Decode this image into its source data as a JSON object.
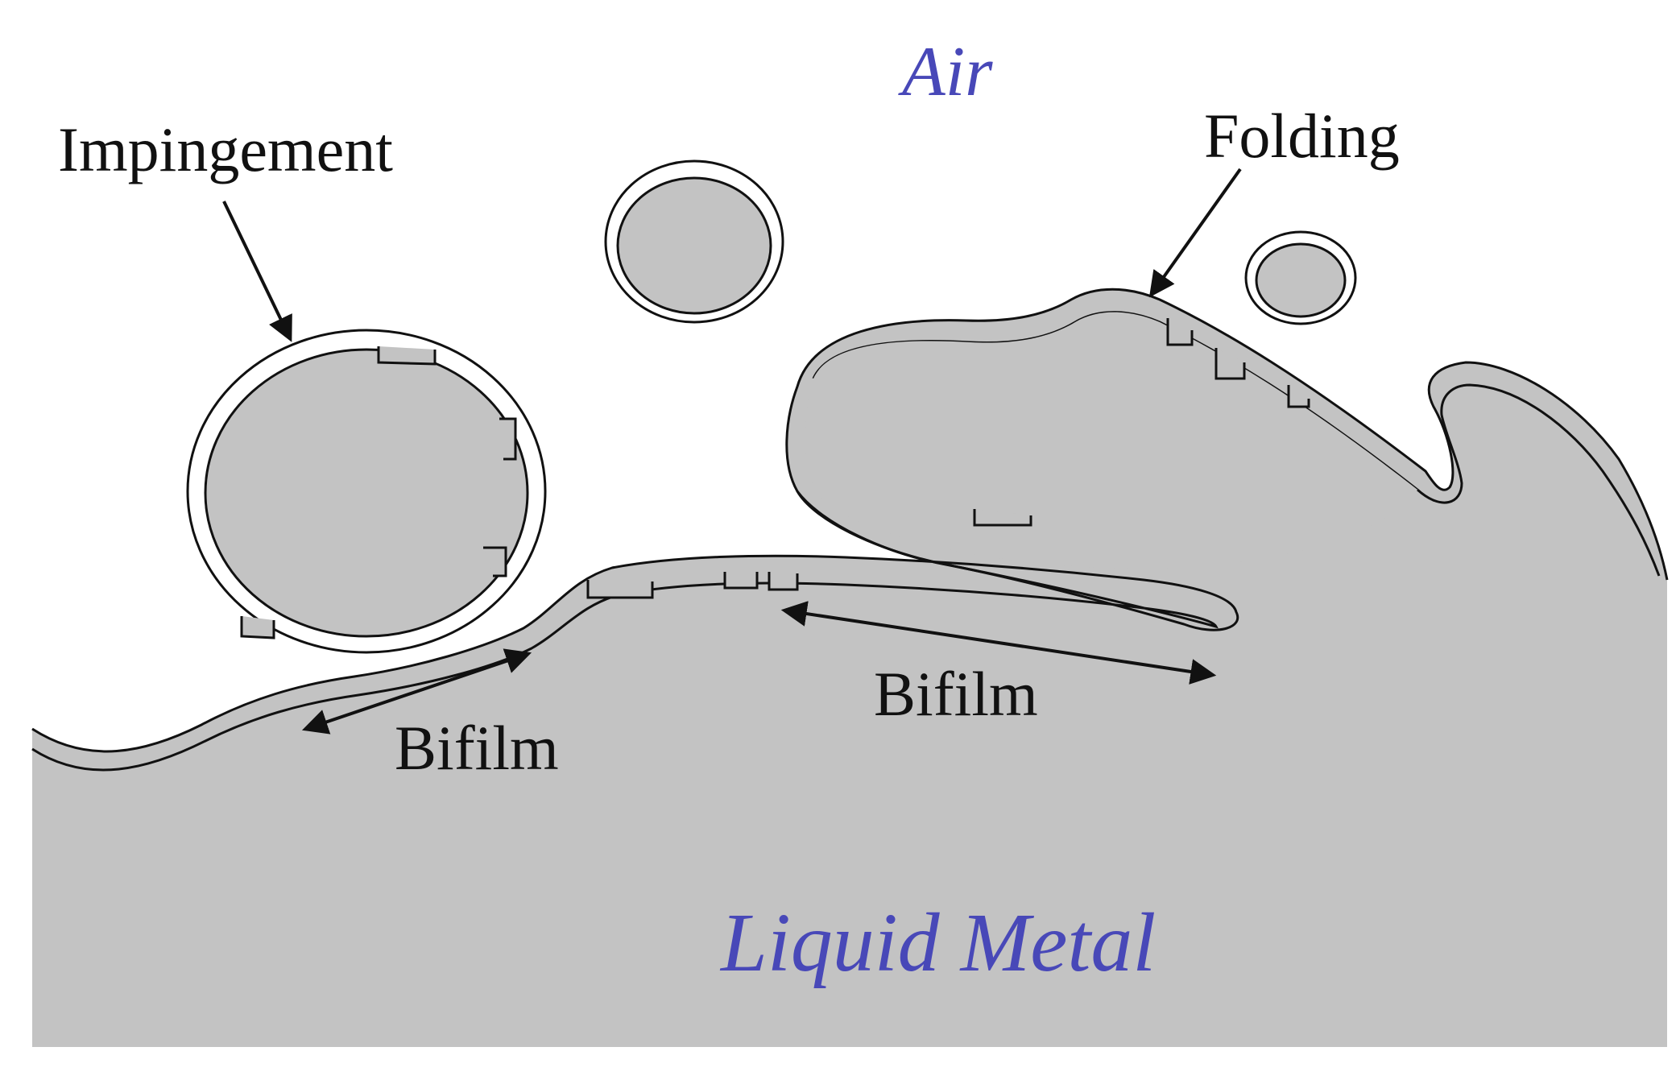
{
  "labels": {
    "air": "Air",
    "liquid_metal": "Liquid Metal",
    "impingement": "Impingement",
    "folding": "Folding",
    "bifilm_left": "Bifilm",
    "bifilm_right": "Bifilm"
  },
  "colors": {
    "metal": "#c3c3c3",
    "oxide_outline": "#111111",
    "phase_label": "#4848b8",
    "annotation_label": "#111111",
    "background": "#ffffff"
  }
}
